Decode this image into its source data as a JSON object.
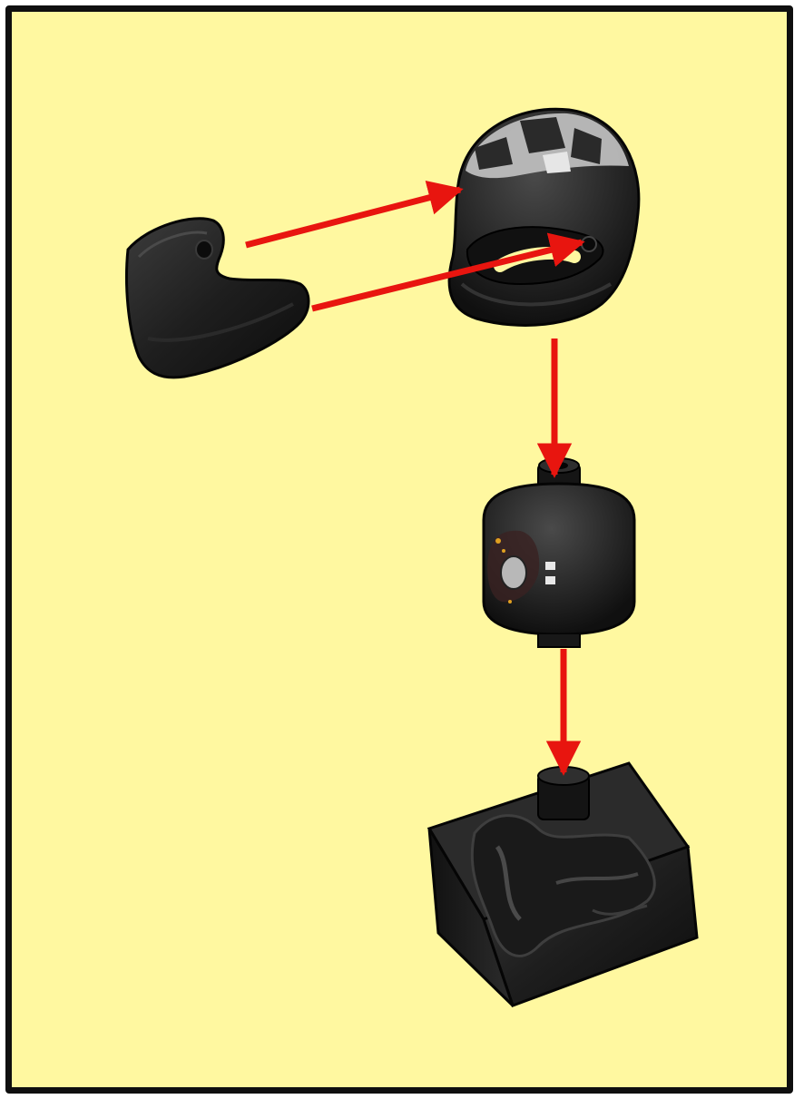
{
  "colors": {
    "background": "#fff8a0",
    "border": "#0f0f0f",
    "arrow": "#e8150f",
    "part_black": "#1c1c1c",
    "part_highlight": "#3a3a3a",
    "helmet_pattern_light": "#c8c8c8"
  },
  "parts": [
    {
      "id": "visor",
      "icon": "helmet-visor-icon"
    },
    {
      "id": "helmet",
      "icon": "helmet-icon"
    },
    {
      "id": "head",
      "icon": "minifig-head-icon"
    },
    {
      "id": "torso",
      "icon": "minifig-torso-icon"
    }
  ]
}
